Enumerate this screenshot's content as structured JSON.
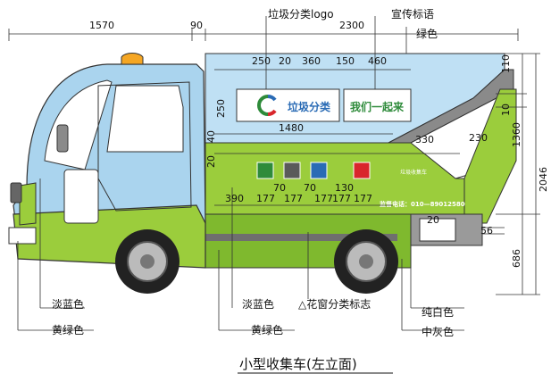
{
  "title": "小型收集车(左立面)",
  "callouts": {
    "logo": "垃圾分类logo",
    "slogan": "宣传标语",
    "green": "绿色",
    "light_blue_1": "淡蓝色",
    "yellow_green_1": "黄绿色",
    "light_blue_2": "淡蓝色",
    "yellow_green_2": "黄绿色",
    "pattern_marks": "△花窗分类标志",
    "pure_white": "纯白色",
    "mid_gray": "中灰色"
  },
  "panel": {
    "logo_text": "垃圾分类",
    "slogan_text": "我们一起来",
    "small_text": "垃圾收集车",
    "phone_text": "监督电话：010—89012580"
  },
  "dimensions": {
    "d1570": "1570",
    "d90": "90",
    "d2300": "2300",
    "d250a": "250",
    "d20": "20",
    "d360": "360",
    "d150": "150",
    "d460": "460",
    "d110": "110",
    "d10": "10",
    "d250b": "250",
    "d1480": "1480",
    "d40": "40",
    "d20b": "20",
    "d330": "330",
    "d230": "230",
    "d1360": "1360",
    "d2046": "2046",
    "d390": "390",
    "d177a": "177",
    "d70a": "70",
    "d177b": "177",
    "d70b": "70",
    "d177c": "177",
    "d130": "130",
    "d177d": "177",
    "d177e": "177",
    "d56": "56",
    "d686": "686",
    "d20c": "20"
  },
  "colors": {
    "cab_blue": "#aad4ee",
    "body_green": "#9bcd3c",
    "stripe_green": "#7fb92e",
    "light_blue_panel": "#bfe0f4",
    "mid_gray": "#8a8a8a",
    "white": "#ffffff",
    "bin_green": "#2e8b3a",
    "bin_gray": "#5a5a5a",
    "bin_blue": "#2a6bb5",
    "bin_red": "#d9262c"
  }
}
